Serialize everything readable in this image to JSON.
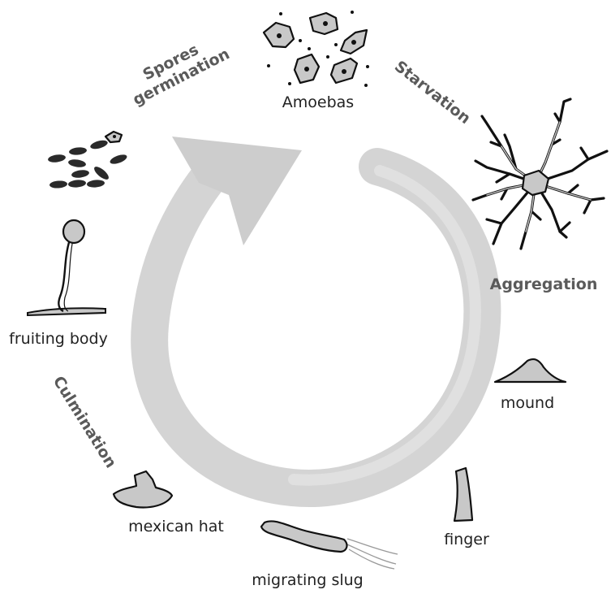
{
  "colors": {
    "cycle_arrow": "#d0d0d0",
    "cell_fill": "#c8c8c8",
    "outline": "#111111",
    "label_text": "#222222",
    "stage_text": "#5a5a5a"
  },
  "labels": {
    "amoebas": "Amoebas",
    "aggregation": "Aggregation",
    "mound": "mound",
    "finger": "finger",
    "migrating_slug": "migrating slug",
    "mexican_hat": "mexican hat",
    "fruiting_body": "fruiting body"
  },
  "stages": {
    "spores_line1": "Spores",
    "spores_line2": "germination",
    "starvation": "Starvation",
    "culmination": "Culmination"
  }
}
